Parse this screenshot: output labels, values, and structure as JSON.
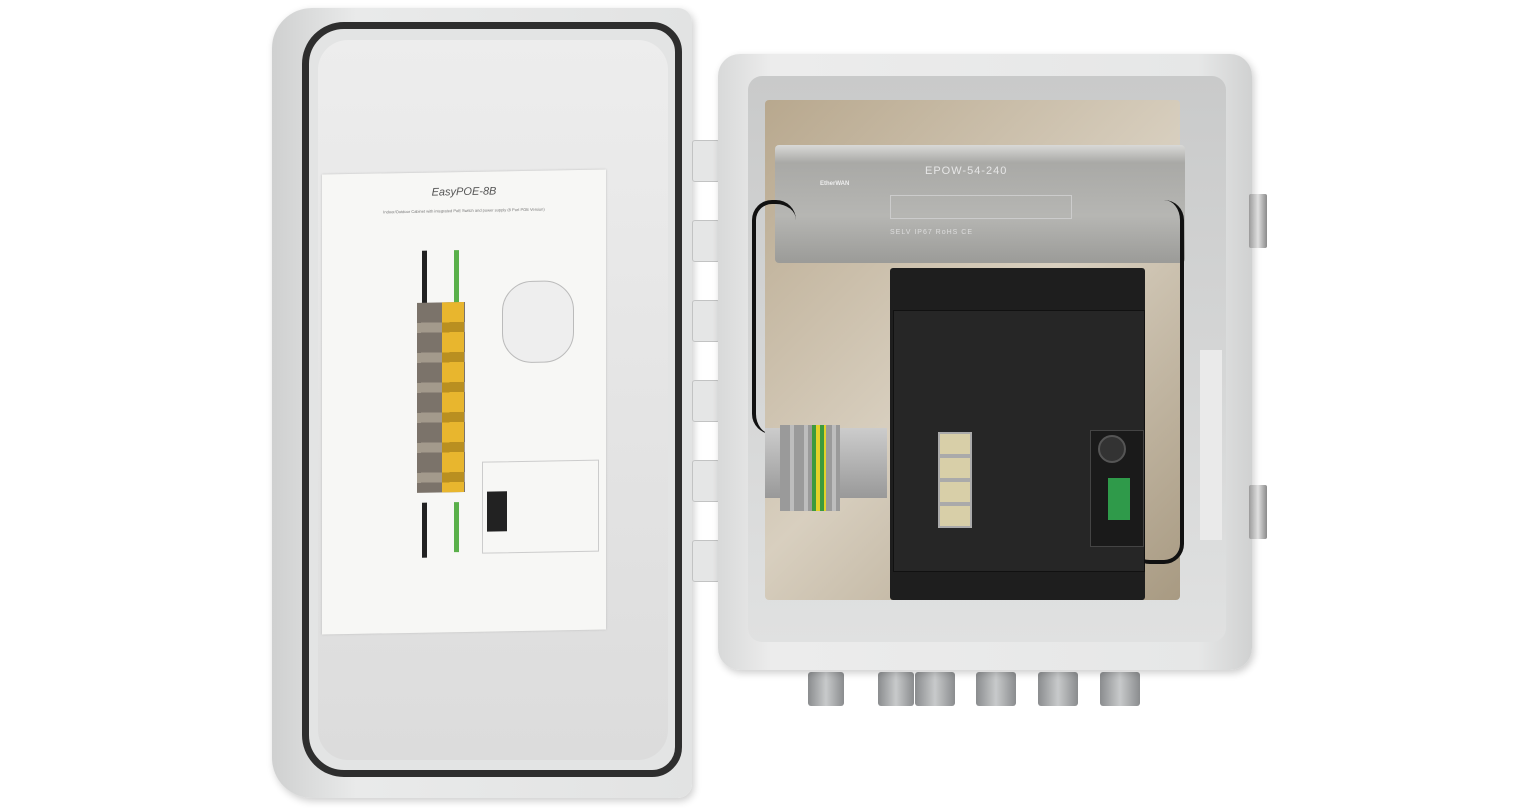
{
  "door_document": {
    "title": "EasyPOE-8B",
    "subtitle": "Indoor/Outdoor Cabinet with integrated PoE Switch and power supply (8 Port POE Version)"
  },
  "power_supply": {
    "model": "EPOW-54-240",
    "brand": "EtherWAN",
    "marks": "SELV  IP67  RoHS  CE"
  }
}
